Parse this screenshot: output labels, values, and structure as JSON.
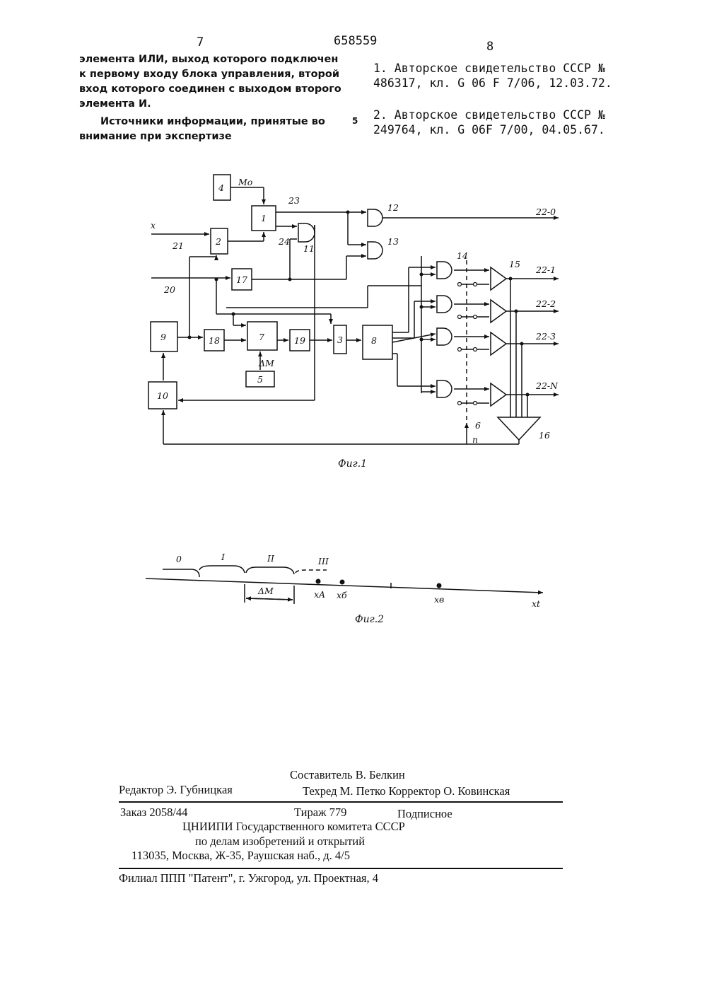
{
  "header": {
    "page_left": "7",
    "patent_number": "658559",
    "page_right": "8"
  },
  "left_column": {
    "paragraph1": "элемента ИЛИ, выход которого подключен к первому входу блока управления, второй вход которого соединен с выходом второго элемента И.",
    "paragraph2": "Источники информации, принятые во внимание при экспертизе"
  },
  "line_marker": "5",
  "references": [
    "1. Авторское свидетельство СССР № 486317, кл. G 06 F 7/06, 12.03.72.",
    "2. Авторское свидетельство СССР № 249764, кл. G 06F 7/00, 04.05.67."
  ],
  "fig1": {
    "caption": "Фиг.1",
    "blocks": [
      "4",
      "1",
      "2",
      "17",
      "9",
      "18",
      "7",
      "19",
      "3",
      "8",
      "5",
      "10"
    ],
    "input_labels": {
      "x": "x",
      "l21": "21",
      "l20": "20",
      "m0": "Mo",
      "dm": "ΔM"
    },
    "element_labels": {
      "l11": "11",
      "l12": "12",
      "l13": "13",
      "l14": "14",
      "l15": "15",
      "l16": "16",
      "l23": "23",
      "l24": "24",
      "l6": "6",
      "ln": "n"
    },
    "outputs": [
      "22-0",
      "22-1",
      "22-2",
      "22-3",
      "22-N"
    ]
  },
  "fig2": {
    "caption": "Фиг.2",
    "zones": [
      "0",
      "I",
      "II",
      "III"
    ],
    "delta_label": "ΔM",
    "points": [
      "xA",
      "xб",
      "xв"
    ],
    "axis_label": "xt"
  },
  "imprint": {
    "composer": "Составитель В. Белкин",
    "editor": "Редактор Э. Губницкая",
    "techred_corrector": "Техред М. Петко Корректор О. Ковинская",
    "order": "Заказ 2058/44",
    "circulation": "Тираж 779",
    "subscription": "Подписное",
    "org1": "ЦНИИПИ Государственного комитета СССР",
    "org2": "по делам изобретений и открытий",
    "address": "113035, Москва, Ж-35, Раушская наб., д. 4/5",
    "branch": "Филиал ППП \"Патент\", г. Ужгород, ул. Проектная, 4"
  }
}
